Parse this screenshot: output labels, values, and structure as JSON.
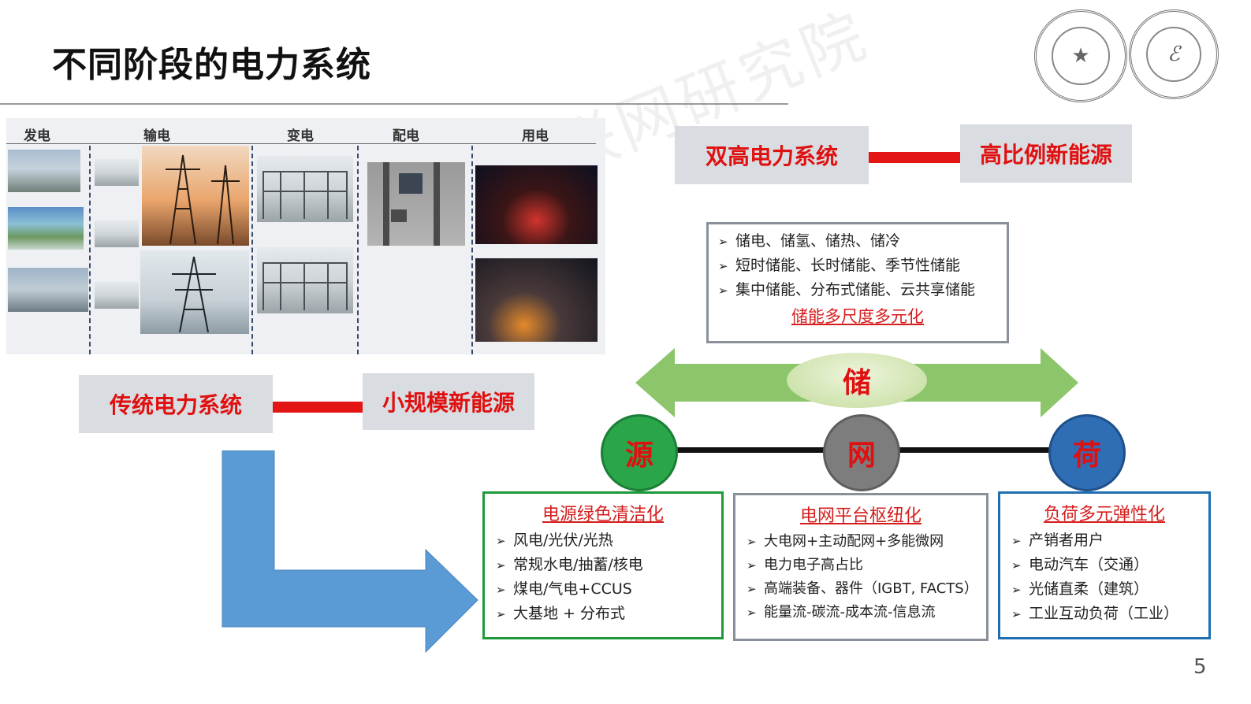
{
  "slide": {
    "title": "不同阶段的电力系统",
    "page_number": "5",
    "watermark": "清华四川能源互联网研究院"
  },
  "chain": {
    "labels": [
      "发电",
      "输电",
      "变电",
      "配电",
      "用电"
    ]
  },
  "top_pair": {
    "left": "双高电力系统",
    "right": "高比例新能源"
  },
  "bottom_pair": {
    "left": "传统电力系统",
    "right": "小规模新能源"
  },
  "storage": {
    "items": [
      "储电、储氢、储热、储冷",
      "短时储能、长时储能、季节性储能",
      "集中储能、分布式储能、云共享储能"
    ],
    "summary": "储能多尺度多元化",
    "oval_label": "储"
  },
  "nodes": {
    "source": "源",
    "grid": "网",
    "load": "荷"
  },
  "boxes": {
    "source": {
      "title": "电源绿色清洁化",
      "items": [
        "风电/光伏/光热",
        "常规水电/抽蓄/核电",
        "煤电/气电+CCUS",
        "大基地 + 分布式"
      ]
    },
    "grid": {
      "title": "电网平台枢纽化",
      "items": [
        "大电网+主动配网+多能微网",
        "电力电子高占比",
        "高端装备、器件（IGBT, FACTS）",
        "能量流-碳流-成本流-信息流"
      ]
    },
    "load": {
      "title": "负荷多元弹性化",
      "items": [
        "产销者用户",
        "电动汽车（交通）",
        "光储直柔（建筑）",
        "工业互动负荷（工业）"
      ]
    }
  },
  "bullet_glyph": "➢",
  "colors": {
    "accent_red": "#e01010",
    "source_green": "#2aa54a",
    "grid_gray": "#7d7d7d",
    "load_blue": "#2f6db5",
    "storage_arrow_green": "#8cc56a",
    "flow_arrow_blue": "#5b9bd5"
  },
  "icons": [
    "tsinghua-seal-icon",
    "electrical-engineering-logo-icon",
    "bullet-arrow-icon"
  ]
}
